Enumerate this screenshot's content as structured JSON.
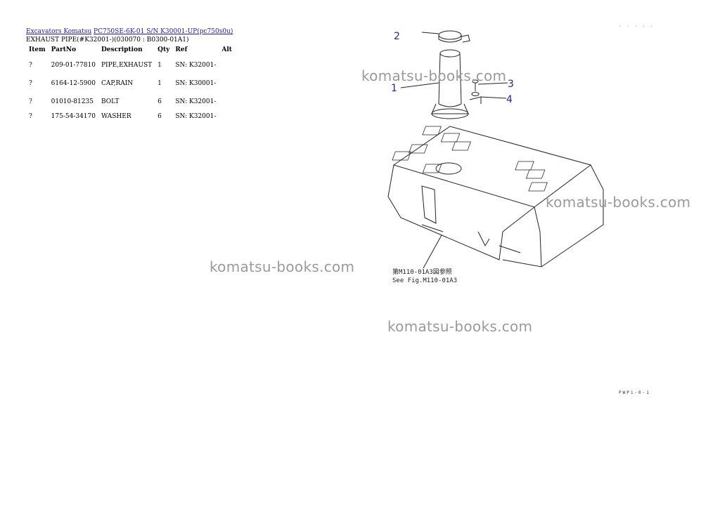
{
  "breadcrumb": {
    "link1": "Excavators Komatsu",
    "link2": "PC750SE-6K-01 S/N K30001-UP(pc750s0u)"
  },
  "subtitle": "EXHAUST PIPE(#K32001-)(030070 : B0300-01A1)",
  "table": {
    "headers": [
      "Item",
      "PartNo",
      "Description",
      "Qty",
      "Ref",
      "Alt"
    ],
    "rows": [
      {
        "item": "?",
        "partno": "209-01-77810",
        "description": "PIPE,EXHAUST",
        "qty": "1",
        "ref": "SN: K32001-",
        "alt": ""
      },
      {
        "item": "?",
        "partno": "6164-12-5900",
        "description": "CAP,RAIN",
        "qty": "1",
        "ref": "SN: K30001-",
        "alt": ""
      },
      {
        "item": "?",
        "partno": "01010-81235",
        "description": "BOLT",
        "qty": "6",
        "ref": "SN: K32001-",
        "alt": ""
      },
      {
        "item": "?",
        "partno": "175-54-34170",
        "description": "WASHER",
        "qty": "6",
        "ref": "SN: K32001-",
        "alt": ""
      }
    ]
  },
  "watermark": "komatsu-books.com",
  "diagram": {
    "callouts": [
      "1",
      "2",
      "3",
      "4"
    ],
    "note_line1": "第M110-01A3図参照",
    "note_line2": "See Fig.M110-01A3"
  },
  "page_id": "PWP1-0-1",
  "corner_id": "· · · · ·",
  "colors": {
    "link": "#1a1aa6",
    "callout": "#1c2a8c",
    "watermark": "#9a9a9a"
  }
}
